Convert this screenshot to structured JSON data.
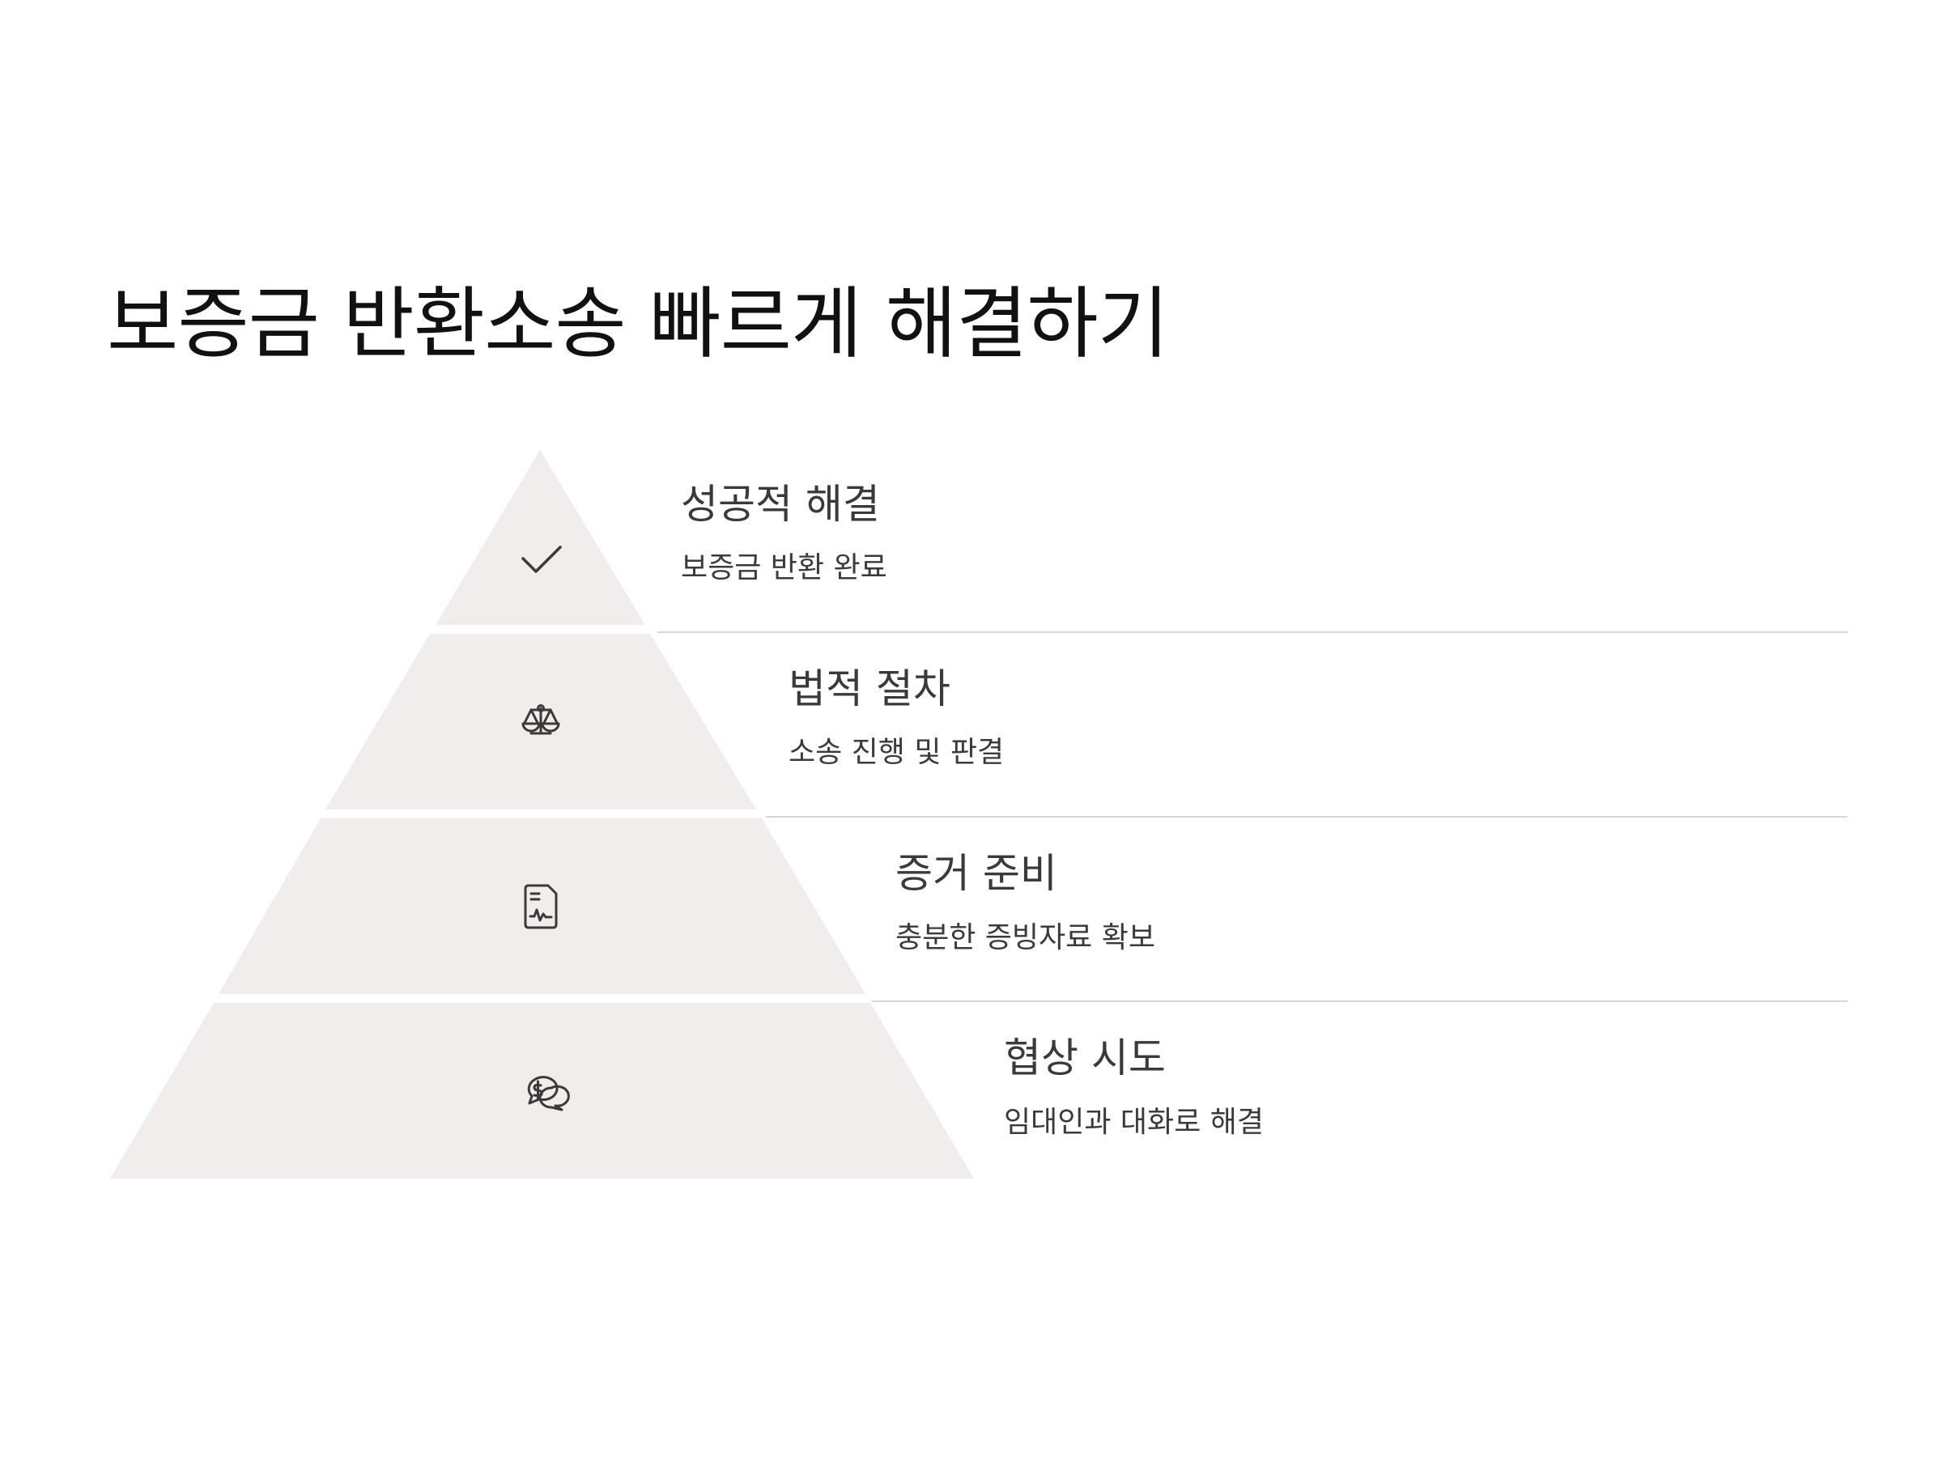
{
  "title": "보증금 반환소송 빠르게 해결하기",
  "colors": {
    "background": "#ffffff",
    "tier_fill": "#f0edec",
    "divider": "#d6d6d6",
    "text": "#3a3a3a",
    "icon_stroke": "#3a3a3a"
  },
  "levels": [
    {
      "title": "성공적 해결",
      "description": "보증금 반환 완료",
      "icon": "check-icon"
    },
    {
      "title": "법적 절차",
      "description": "소송 진행 및 판결",
      "icon": "scales-icon"
    },
    {
      "title": "증거 준비",
      "description": "충분한 증빙자료 확보",
      "icon": "document-icon"
    },
    {
      "title": "협상 시도",
      "description": "임대인과 대화로 해결",
      "icon": "chat-money-icon"
    }
  ]
}
